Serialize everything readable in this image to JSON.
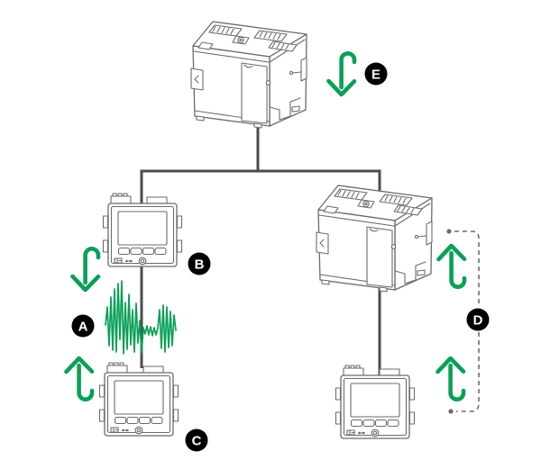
{
  "diagram": {
    "callouts": {
      "a": {
        "letter": "A"
      },
      "b": {
        "letter": "B"
      },
      "c": {
        "letter": "C"
      },
      "d": {
        "letter": "D"
      },
      "e": {
        "letter": "E"
      }
    },
    "colors": {
      "green": "#0AA057",
      "line-dark": "#4D4D4D",
      "line-gray": "#6B6B6B",
      "badge": "#000000",
      "bg": "#FFFFFF"
    },
    "icons": {
      "top-device": "din-rail-power-meter-icon",
      "right-device": "din-rail-power-meter-icon",
      "display-b": "panel-display-meter-icon",
      "display-c": "panel-display-meter-icon",
      "display-right": "panel-display-meter-icon",
      "waveform": "signal-noise-waveform-icon",
      "arrow-e": "arrow-down-icon",
      "arrow-b": "arrow-down-icon",
      "arrow-left-bottom": "arrow-up-icon",
      "arrow-right-top": "arrow-up-icon",
      "arrow-right-bottom": "arrow-up-icon"
    }
  }
}
